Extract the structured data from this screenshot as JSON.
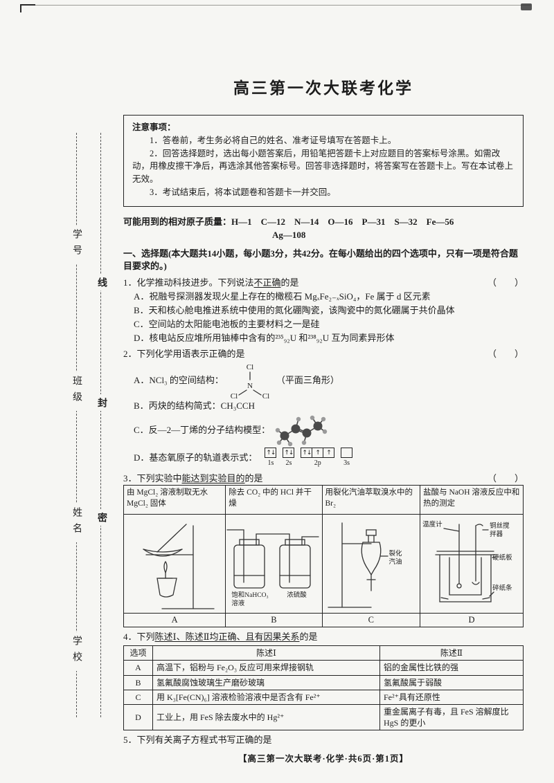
{
  "page": {
    "title": "高三第一次大联考化学",
    "footer": "【高三第一次大联考·化学·共6页·第1页】"
  },
  "margin": {
    "student_no": "学号",
    "class": "班级",
    "name": "姓名",
    "school": "学校",
    "seal_xian": "线",
    "seal_feng": "封",
    "seal_mi": "密"
  },
  "notice": {
    "heading": "注意事项：",
    "item1": "1．答卷前，考生务必将自己的姓名、准考证号填写在答题卡上。",
    "item2": "2．回答选择题时，选出每小题答案后，用铅笔把答题卡上对应题目的答案标号涂黑。如需改动，用橡皮擦干净后，再选涂其他答案标号。回答非选择题时，将答案写在答题卡上。写在本试卷上无效。",
    "item3": "3．考试结束后，将本试题卷和答题卡一并交回。"
  },
  "masses": {
    "line1": "可能用到的相对原子质量：H—1　C—12　N—14　O—16　P—31　S—32　Fe—56",
    "line2": "Ag—108"
  },
  "section1": {
    "heading": "一、选择题(本大题共14小题，每小题3分，共42分。在每小题给出的四个选项中，只有一项是符合题目要求的。)"
  },
  "q1": {
    "stem_pre": "1．化学推动科技进步。下列说法",
    "stem_emph": "不正确",
    "stem_post": "的是",
    "bracket": "（　　）",
    "optA": "A．祝融号探测器发现火星上存在的橄榄石 MgₓFe₂₋ₓSiO₄，Fe 属于 d 区元素",
    "optB": "B．天和核心舱电推进系统中使用的氮化硼陶瓷，该陶瓷中的氮化硼属于共价晶体",
    "optC": "C．空间站的太阳能电池板的主要材料之一是硅",
    "optD": "D．核电站反应堆所用铀棒中含有的²³⁵₉₂U 和²³⁸₉₂U 互为同素异形体"
  },
  "q2": {
    "stem": "2．下列化学用语表示正确的是",
    "bracket": "（　　）",
    "optA_pre": "A．NCl₃ 的空间结构：",
    "optA_note": "（平面三角形）",
    "ncl3": {
      "cl_top": "Cl",
      "n": "N",
      "cl_left": "Cl",
      "cl_right": "Cl"
    },
    "optB": "B．丙炔的结构简式：CH₃CCH",
    "optC_pre": "C．反—2—丁烯的分子结构模型：",
    "optD_pre": "D．基态氧原子的轨道表示式：",
    "orbital": {
      "g0": [
        "↑↓"
      ],
      "g1": [
        "↑↓"
      ],
      "g2": [
        "↑↓",
        "↑",
        "↑"
      ],
      "g3": [
        ""
      ],
      "labels": [
        "1s",
        "2s",
        "2p",
        "3s"
      ]
    }
  },
  "q3": {
    "stem_pre": "3．下列实验中",
    "stem_emph": "能达到实验目的",
    "stem_post": "的是",
    "bracket": "（　　）",
    "cols": [
      "由 MgCl₂ 溶液制取无水 MgCl₂ 固体",
      "除去 CO₂ 中的 HCl 并干燥",
      "用裂化汽油萃取溴水中的 Br₂",
      "盐酸与 NaOH 溶液反应中和热的测定"
    ],
    "labels": {
      "b1": "饱和NaHCO₃",
      "b1b": "溶液",
      "b2": "浓硫酸",
      "c1": "裂化",
      "c2": "汽油",
      "d1": "温度计",
      "d2": "铜丝搅",
      "d2b": "拌器",
      "d3": "硬纸板",
      "d4": "碎纸条"
    },
    "letters": [
      "A",
      "B",
      "C",
      "D"
    ]
  },
  "q4": {
    "stem_pre": "4．下列",
    "stem_emph": "陈述Ⅰ、陈述Ⅱ均正确、且有因果关系",
    "stem_post": "的是",
    "headers": [
      "选项",
      "陈述Ⅰ",
      "陈述Ⅱ"
    ],
    "rows": [
      {
        "opt": "A",
        "s1": "高温下，铝粉与 Fe₂O₃ 反应可用来焊接钢轨",
        "s2": "铝的金属性比铁的强"
      },
      {
        "opt": "B",
        "s1": "氢氟酸腐蚀玻璃生产磨砂玻璃",
        "s2": "氢氟酸属于弱酸"
      },
      {
        "opt": "C",
        "s1": "用 K₃[Fe(CN)₆] 溶液检验溶液中是否含有 Fe²⁺",
        "s2": "Fe²⁺具有还原性"
      },
      {
        "opt": "D",
        "s1": "工业上，用 FeS 除去废水中的 Hg²⁺",
        "s2": "重金属离子有毒，且 FeS 溶解度比 HgS 的更小"
      }
    ]
  },
  "q5": {
    "stem": "5．下列有关离子方程式书写正确的是"
  }
}
